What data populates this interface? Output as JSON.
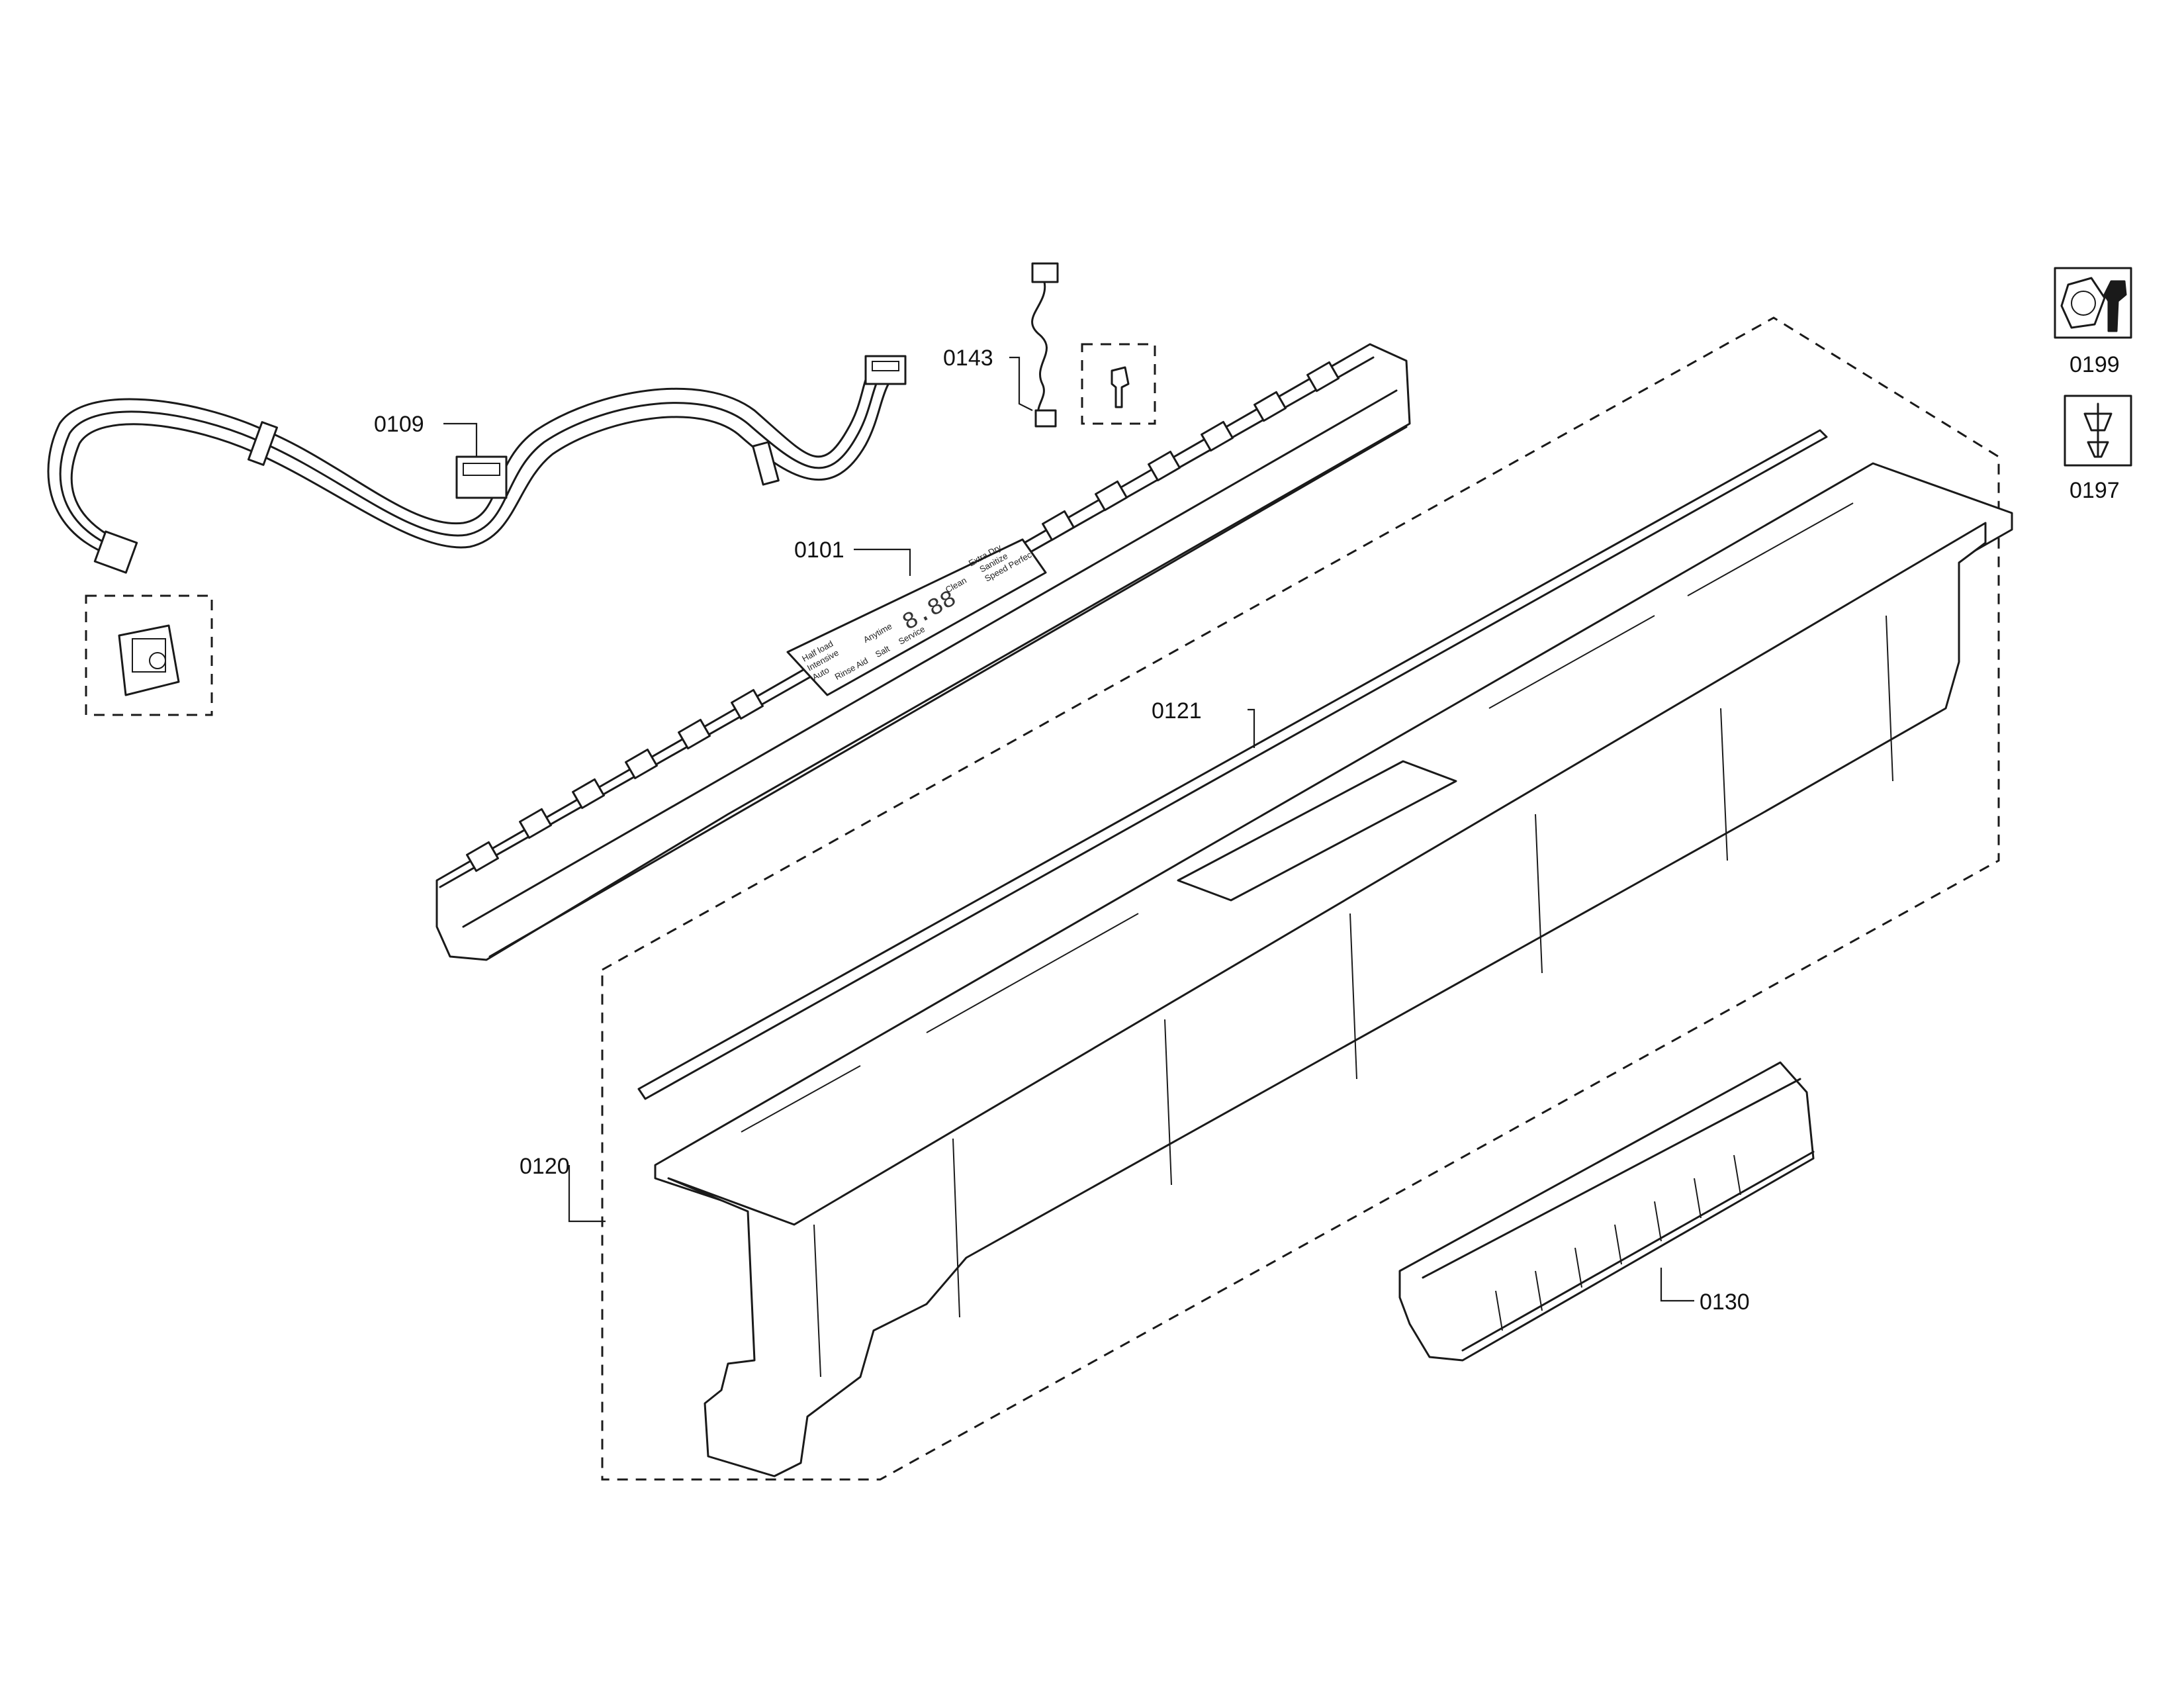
{
  "parts": {
    "p0109": "0109",
    "p0143": "0143",
    "p0101": "0101",
    "p0121": "0121",
    "p0120": "0120",
    "p0130": "0130",
    "p0199": "0199",
    "p0197": "0197"
  },
  "module_print": {
    "line1": "Half load",
    "line2": "Intensive",
    "line3": "Auto",
    "line4": "Rinse Aid",
    "line5": "Salt",
    "line6": "Service",
    "line7": "Anytime",
    "line8": "Clean",
    "line9": "Extra Dry",
    "line10": "Sanitize",
    "line11": "Speed Perfect"
  },
  "display_digits": "8.88",
  "icons": {
    "tool_top": "socket-wrench-icon",
    "tool_bottom": "screwdriver-icon"
  }
}
